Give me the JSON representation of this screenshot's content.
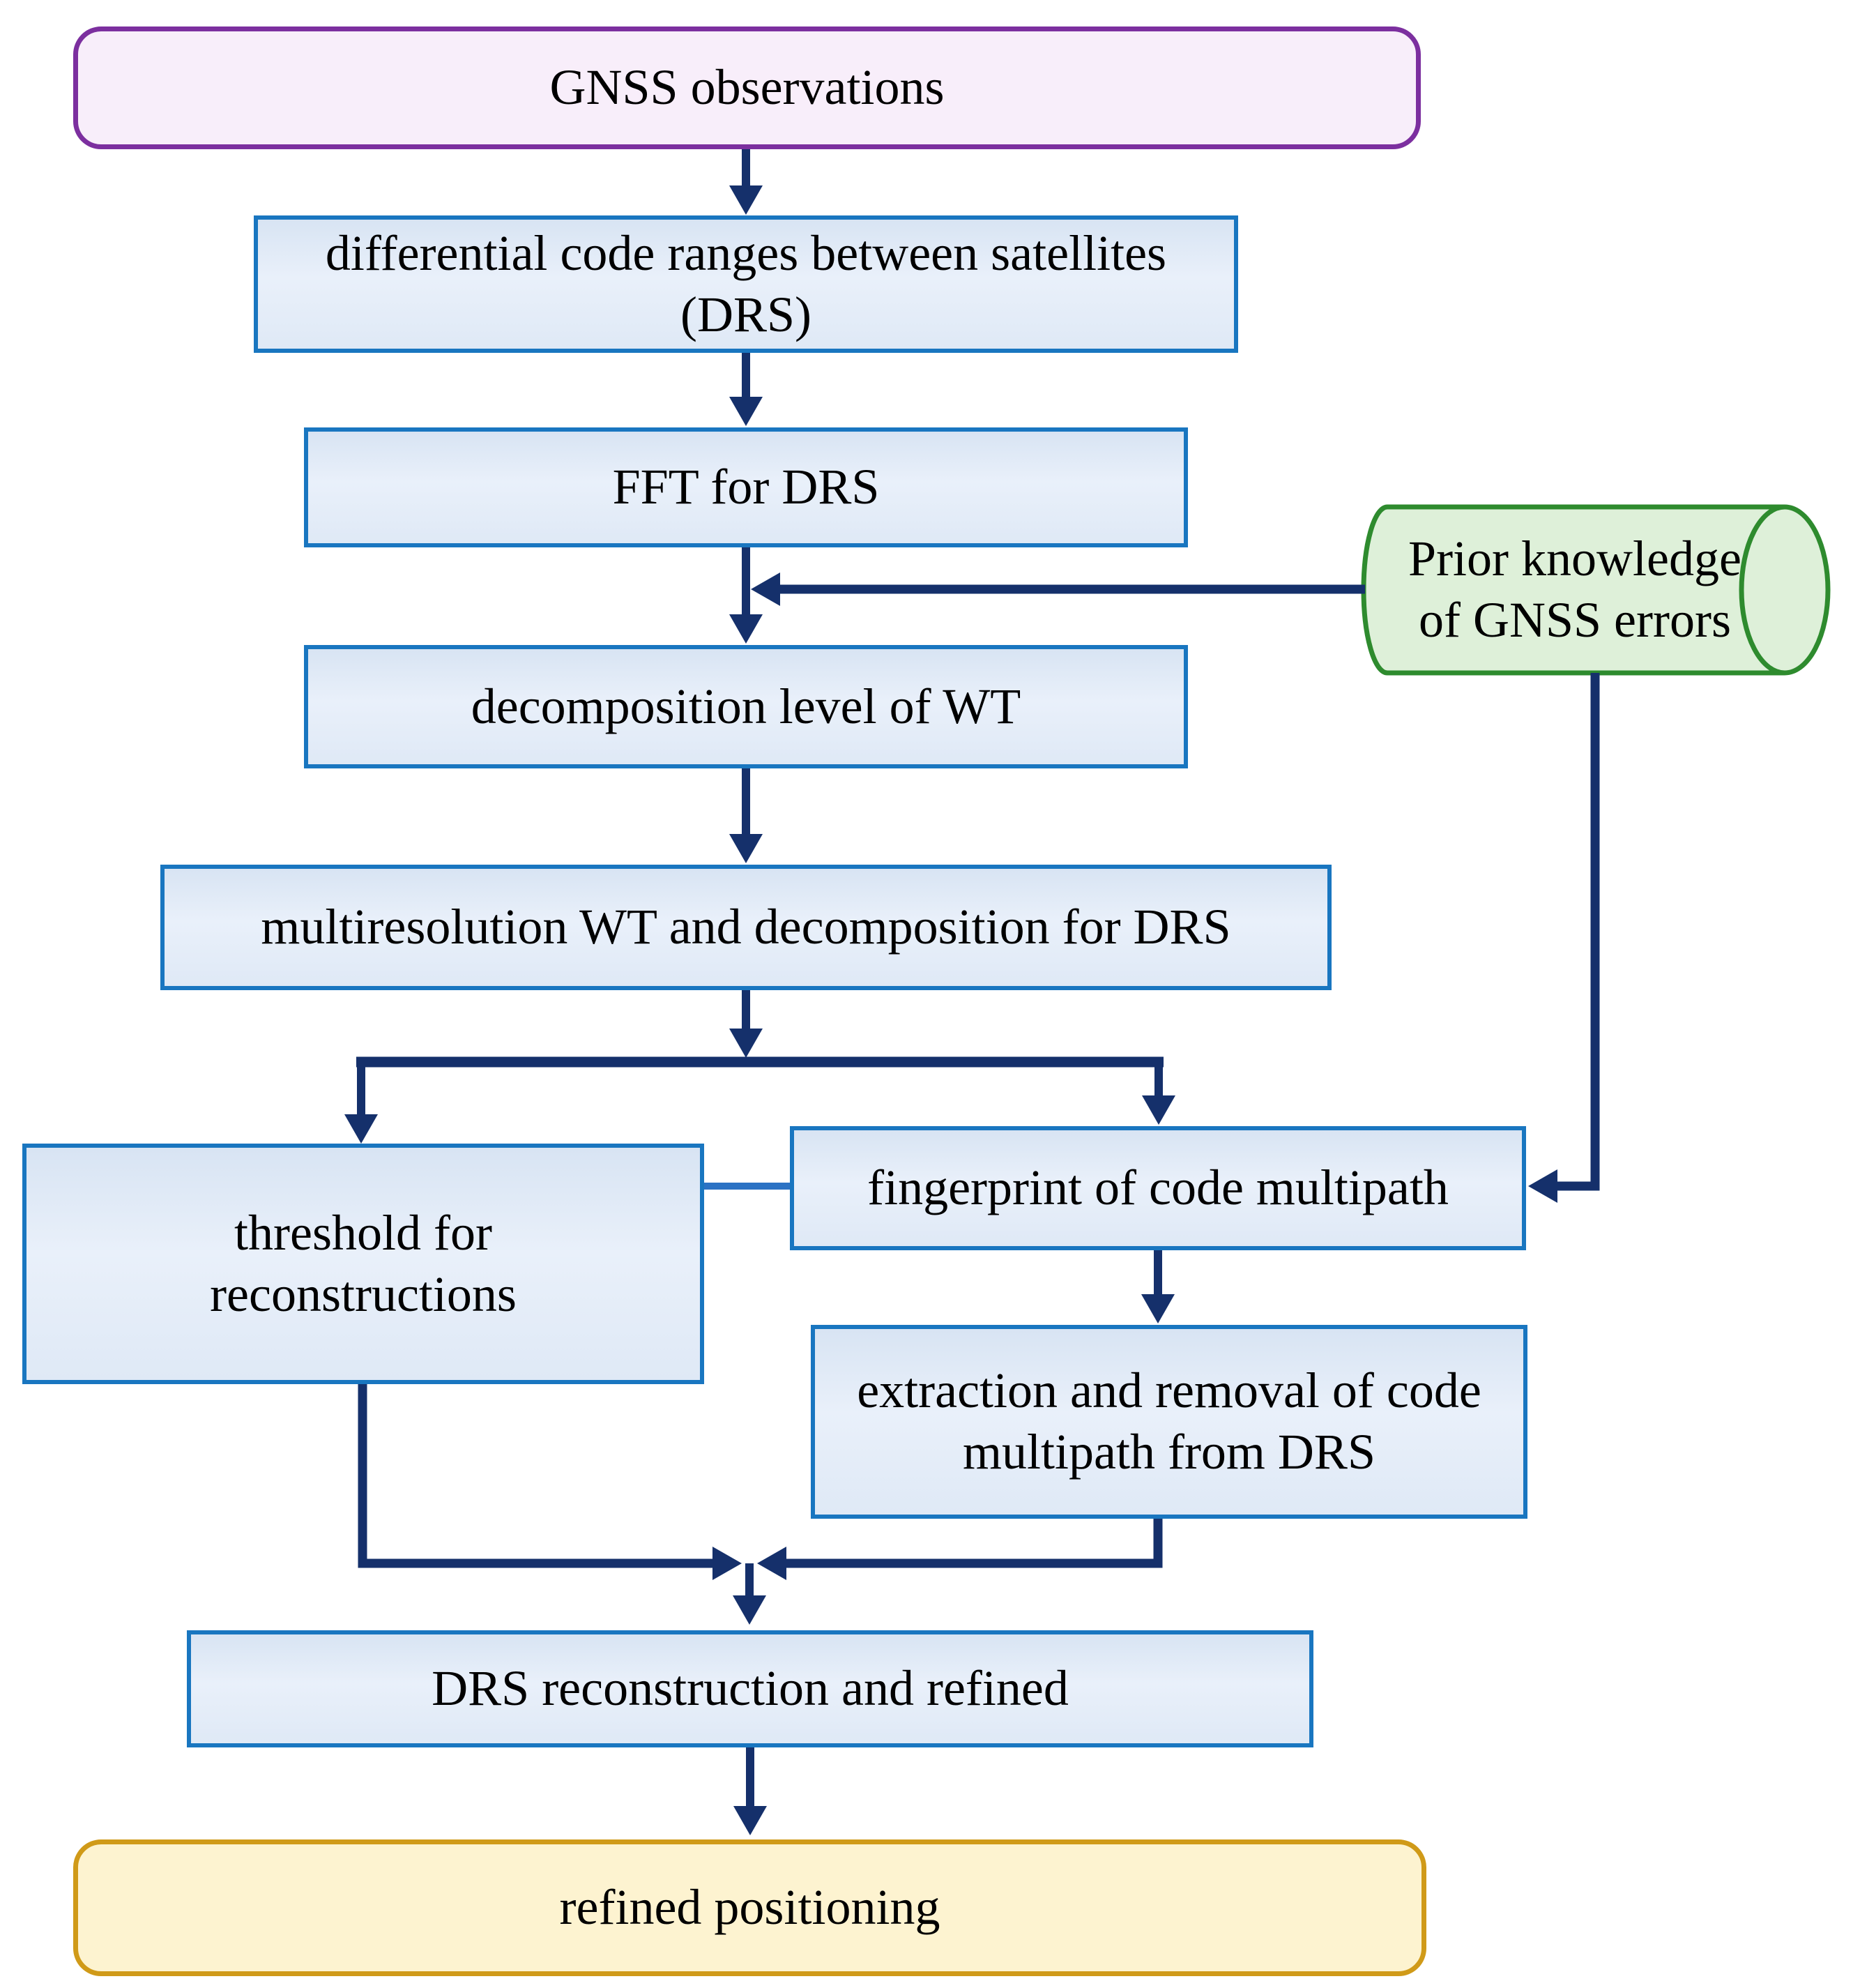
{
  "nodes": {
    "gnss_observations": {
      "label": "GNSS observations",
      "shape": "rounded-terminal"
    },
    "drs": {
      "label": "differential code ranges between satellites\n(DRS)",
      "shape": "process"
    },
    "fft": {
      "label": "FFT for DRS",
      "shape": "process"
    },
    "decomposition_level": {
      "label": "decomposition level of WT",
      "shape": "process"
    },
    "prior_knowledge": {
      "label": "Prior knowledge\nof GNSS errors",
      "shape": "cylinder"
    },
    "multiresolution": {
      "label": "multiresolution WT and decomposition for DRS",
      "shape": "process"
    },
    "threshold": {
      "label": "threshold for\nreconstructions",
      "shape": "process"
    },
    "fingerprint": {
      "label": "fingerprint of code multipath",
      "shape": "process"
    },
    "extraction": {
      "label": "extraction and removal of code\nmultipath from DRS",
      "shape": "process"
    },
    "reconstruction": {
      "label": "DRS reconstruction and refined",
      "shape": "process"
    },
    "refined_positioning": {
      "label": "refined positioning",
      "shape": "rounded-terminal"
    }
  },
  "edges": [
    {
      "from": "gnss_observations",
      "to": "drs",
      "type": "arrow"
    },
    {
      "from": "drs",
      "to": "fft",
      "type": "arrow"
    },
    {
      "from": "fft",
      "to": "decomposition_level",
      "type": "arrow"
    },
    {
      "from": "prior_knowledge",
      "to": "decomposition_level",
      "type": "arrow"
    },
    {
      "from": "decomposition_level",
      "to": "multiresolution",
      "type": "arrow"
    },
    {
      "from": "multiresolution",
      "to": "threshold",
      "type": "arrow"
    },
    {
      "from": "multiresolution",
      "to": "fingerprint",
      "type": "arrow"
    },
    {
      "from": "prior_knowledge",
      "to": "fingerprint",
      "type": "arrow"
    },
    {
      "from": "threshold",
      "to": "fingerprint",
      "type": "plain-line"
    },
    {
      "from": "fingerprint",
      "to": "extraction",
      "type": "arrow"
    },
    {
      "from": "threshold",
      "to": "reconstruction",
      "type": "arrow"
    },
    {
      "from": "extraction",
      "to": "reconstruction",
      "type": "arrow"
    },
    {
      "from": "reconstruction",
      "to": "refined_positioning",
      "type": "arrow"
    }
  ],
  "colors": {
    "arrow": "#15306b",
    "process_border": "#1976c0",
    "process_fill_top": "#d8e4f3",
    "process_fill_bottom": "#dfe9f6",
    "start_border": "#7c2f9f",
    "start_fill": "#f8eefa",
    "end_border": "#d09a18",
    "end_fill": "#fdf3d0",
    "data_border": "#2e8b2e",
    "data_fill": "#def0d9",
    "link_blue": "#2b72c4",
    "text": "#000000"
  }
}
